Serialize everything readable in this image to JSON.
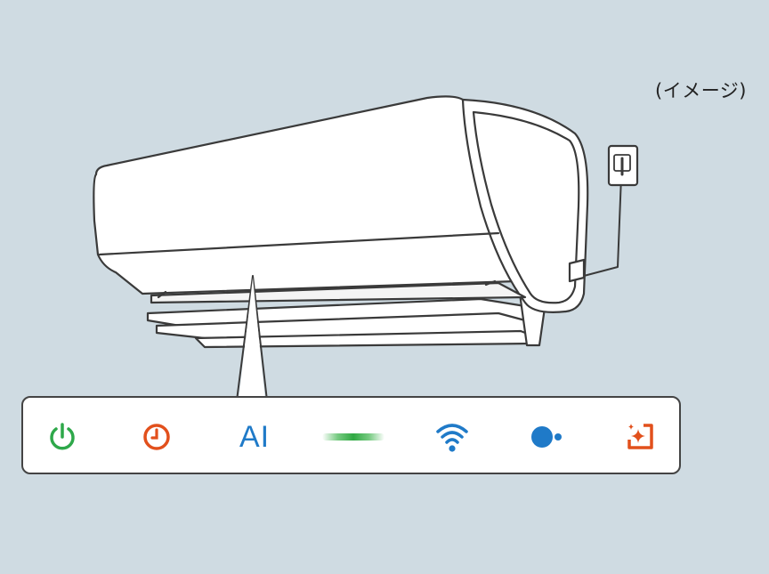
{
  "caption": "(イメージ)",
  "indicator_panel": {
    "indicators": [
      {
        "id": "power",
        "icon": "power-icon",
        "color": "#2ea84a"
      },
      {
        "id": "timer",
        "icon": "clock-icon",
        "color": "#e2501c"
      },
      {
        "id": "ai",
        "label": "AI",
        "color": "#1f7ac8"
      },
      {
        "id": "operation-lamp",
        "icon": "glow-bar-icon",
        "color": "#3bb34a"
      },
      {
        "id": "wifi",
        "icon": "wifi-icon",
        "color": "#1f7ac8"
      },
      {
        "id": "sensor",
        "icon": "sensor-dot-icon",
        "color": "#1f7ac8"
      },
      {
        "id": "sparkle",
        "icon": "sparkle-frame-icon",
        "color": "#e2501c"
      }
    ]
  }
}
